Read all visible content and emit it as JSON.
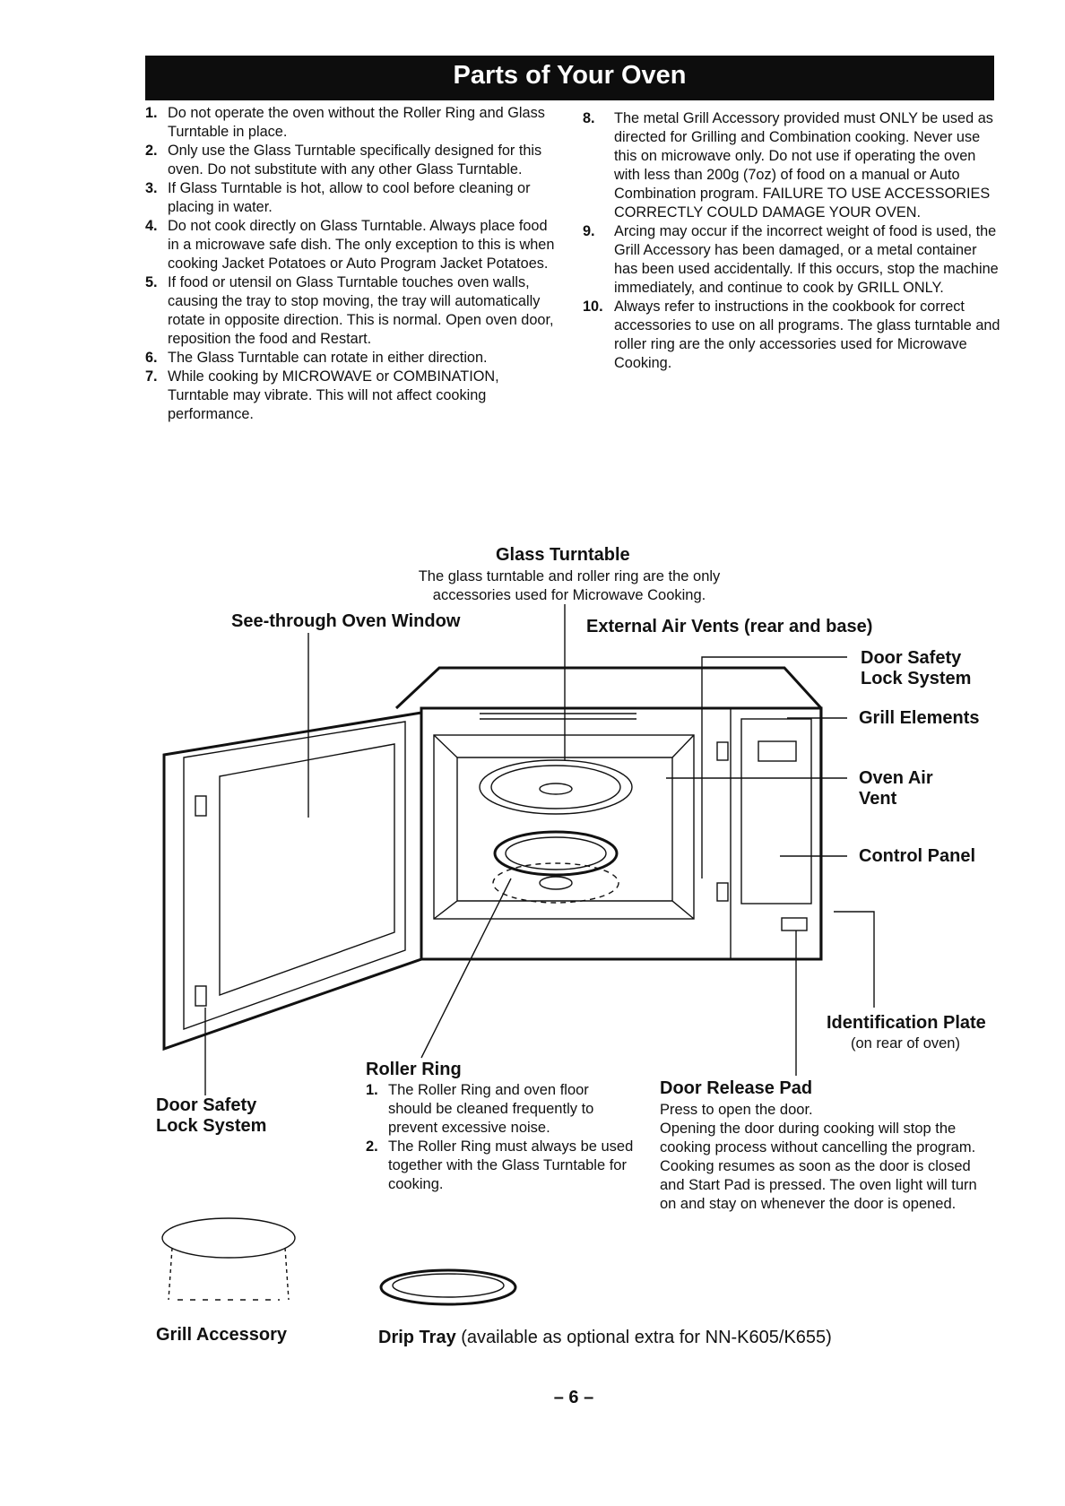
{
  "header": {
    "title": "Parts of Your Oven"
  },
  "notes_left": [
    {
      "num": "1.",
      "text": "Do not operate the oven without the Roller Ring and Glass Turntable in place."
    },
    {
      "num": "2.",
      "text": "Only use the Glass Turntable specifically designed for this oven. Do not substitute with any other Glass Turntable."
    },
    {
      "num": "3.",
      "text": "If Glass Turntable is hot, allow to cool before cleaning or placing in water."
    },
    {
      "num": "4.",
      "text": "Do not cook directly on Glass Turntable. Always place food in a microwave safe dish. The only exception to this is when cooking Jacket Potatoes or Auto Program Jacket Potatoes."
    },
    {
      "num": "5.",
      "text": "If food or utensil on Glass Turntable touches oven walls, causing the tray to stop moving, the tray will automatically rotate in opposite direction. This is normal. Open oven door, reposition the food and Restart."
    },
    {
      "num": "6.",
      "text": "The Glass Turntable can rotate in either direction."
    },
    {
      "num": "7.",
      "text": "While cooking by MICROWAVE or COMBINATION, Turntable may vibrate. This will not affect cooking performance."
    }
  ],
  "notes_right": [
    {
      "num": "8.",
      "text": "The metal Grill Accessory provided must ONLY be used as directed for Grilling and Combination cooking. Never use this on microwave only. Do not use if operating the oven with less than 200g (7oz) of food on a manual or Auto Combination program. FAILURE TO USE ACCESSORIES CORRECTLY COULD DAMAGE YOUR OVEN."
    },
    {
      "num": "9.",
      "text": "Arcing may occur if the incorrect weight of food is used, the Grill Accessory has been damaged, or a metal container has been used accidentally. If this occurs, stop the machine immediately, and continue to cook by GRILL ONLY."
    },
    {
      "num": "10.",
      "text": "Always refer to instructions in the cookbook for correct accessories to use on all programs. The glass turntable and roller ring are the only accessories used for Microwave Cooking."
    }
  ],
  "diagram": {
    "glass_turntable": {
      "title": "Glass Turntable",
      "desc_line1": "The glass turntable and roller ring are the only",
      "desc_line2": "accessories used for Microwave Cooking."
    },
    "see_through_window": "See-through Oven Window",
    "external_air_vents": "External Air Vents (rear and base)",
    "door_safety_right_1": "Door Safety",
    "door_safety_right_2": "Lock System",
    "grill_elements": "Grill Elements",
    "oven_air_vent_1": "Oven Air",
    "oven_air_vent_2": "Vent",
    "control_panel": "Control Panel",
    "identification_plate": {
      "title": "Identification Plate",
      "sub": "(on rear of oven)"
    },
    "door_safety_left_1": "Door Safety",
    "door_safety_left_2": "Lock System",
    "roller_ring": {
      "title": "Roller Ring",
      "items": [
        {
          "num": "1.",
          "text": "The Roller Ring and oven floor should be cleaned frequently to prevent excessive noise."
        },
        {
          "num": "2.",
          "text": "The Roller Ring must always be used together with the Glass Turntable for cooking."
        }
      ]
    },
    "door_release_pad": {
      "title": "Door Release Pad",
      "line1": "Press to open the door.",
      "body": "Opening the door during cooking will stop the cooking process without cancelling the program. Cooking resumes as soon as the door is closed and Start Pad is pressed. The oven light will turn on and stay on whenever the door is opened."
    }
  },
  "accessories": {
    "grill_accessory": "Grill Accessory",
    "drip_tray_bold": "Drip Tray",
    "drip_tray_note": "(available as optional extra for NN-K605/K655)"
  },
  "footer": {
    "page_number": "– 6 –"
  }
}
